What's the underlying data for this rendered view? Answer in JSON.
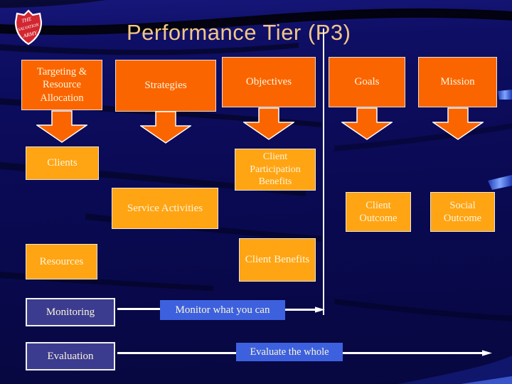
{
  "slide": {
    "title": "Performance Tier (P3)",
    "logo_lines": [
      "THE",
      "SALVATION",
      "ARMY"
    ]
  },
  "boxes": {
    "targeting": "Targeting & Resource Allocation",
    "strategies": "Strategies",
    "objectives": "Objectives",
    "goals": "Goals",
    "mission": "Mission",
    "clients": "Clients",
    "client_participation": "Client Participation Benefits",
    "service_activities": "Service Activities",
    "client_outcome": "Client Outcome",
    "social_outcome": "Social Outcome",
    "resources": "Resources",
    "client_benefits": "Client Benefits",
    "monitoring": "Monitoring",
    "monitor_note": "Monitor what you can",
    "evaluation": "Evaluation",
    "evaluate_note": "Evaluate the whole"
  },
  "colors": {
    "background": "#0a0a55",
    "top_row_orange": "#fb6500",
    "mid_row_amber": "#ffa413",
    "side_box_indigo": "#3b3b8f",
    "note_box_royal_blue": "#3d61de",
    "title_text": "#f2c689",
    "box_text": "#fbf5dc",
    "connector_white": "#ffffff",
    "logo_red": "#d22630"
  }
}
